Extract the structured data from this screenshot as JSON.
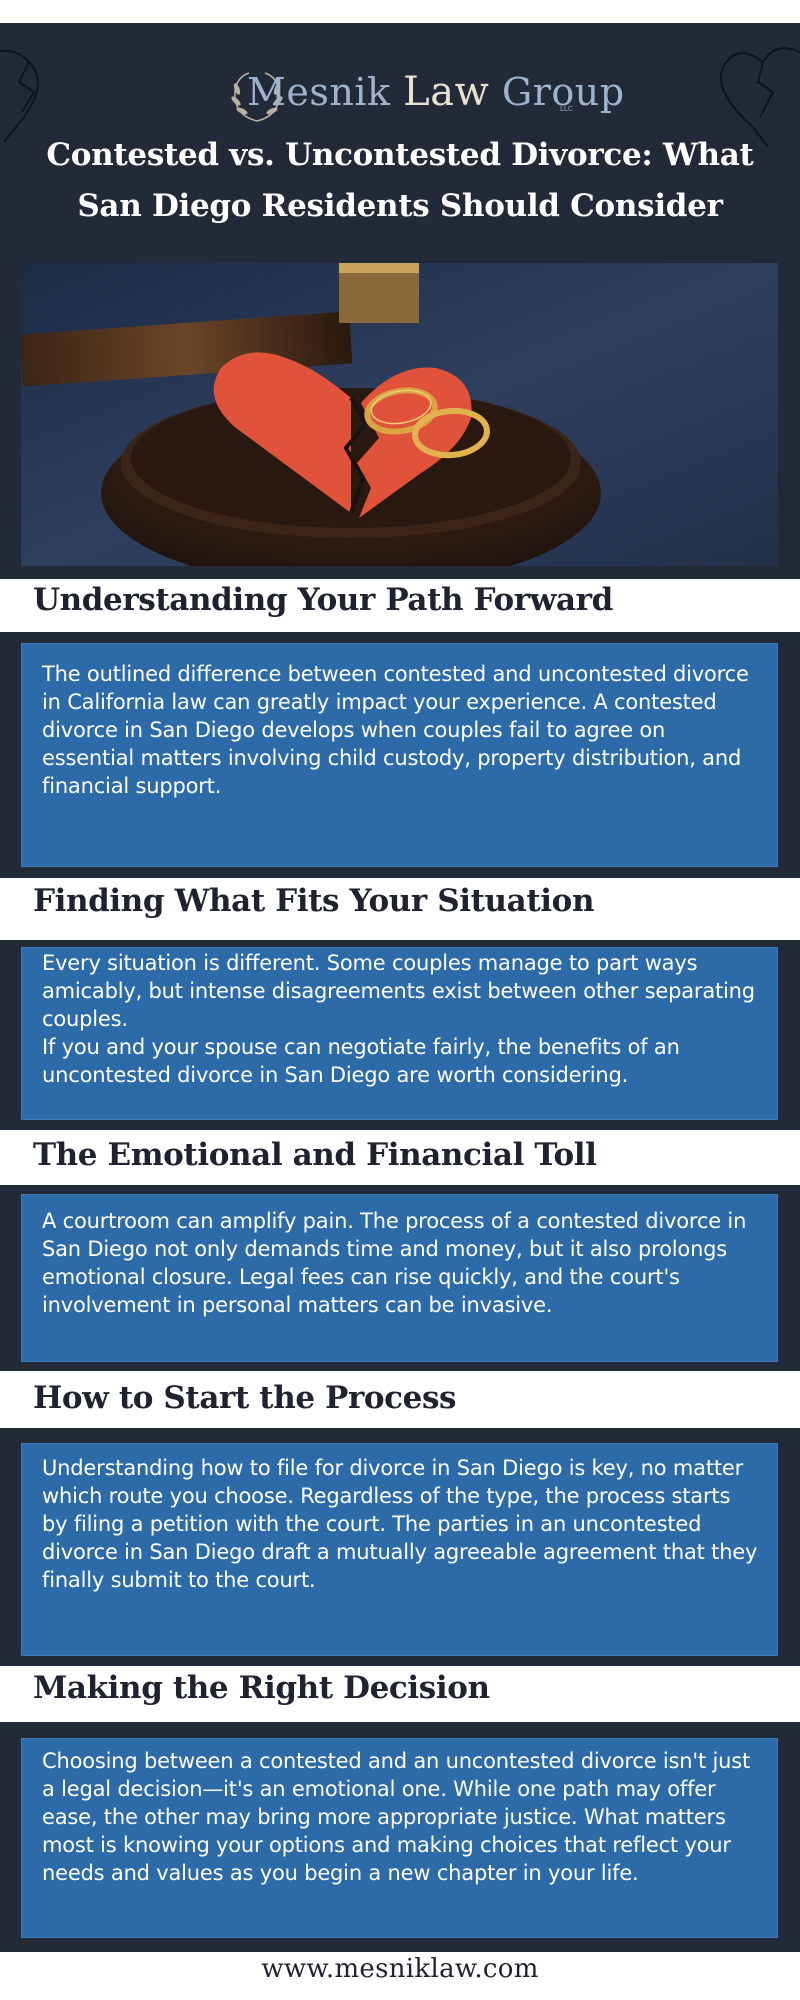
{
  "brand": {
    "name_part1": "Mesnik",
    "name_part2": "Law",
    "name_part3": "Group",
    "trademark": "LLC"
  },
  "title_line1": "Contested vs. Uncontested Divorce: What",
  "title_line2": "San Diego Residents Should Consider",
  "sections": [
    {
      "heading": "Understanding Your Path Forward",
      "paragraphs": [
        "The outlined difference between contested and uncontested divorce in California law can greatly impact your experience. A contested divorce in San Diego develops when couples fail to agree on essential matters involving child custody, property distribution, and financial support."
      ]
    },
    {
      "heading": "Finding What Fits Your Situation",
      "paragraphs": [
        "Every situation is different. Some couples manage to part ways amicably, but intense disagreements exist between other separating couples.",
        "If you and your spouse can negotiate fairly, the benefits of an uncontested divorce in San Diego are worth considering."
      ]
    },
    {
      "heading": "The Emotional and Financial Toll",
      "paragraphs": [
        "A courtroom can amplify pain. The process of a contested divorce in San Diego not only demands time and money, but it also prolongs emotional closure. Legal fees can rise quickly, and the court's involvement in personal matters can be invasive."
      ]
    },
    {
      "heading": "How to Start the Process",
      "paragraphs": [
        "Understanding how to file for divorce in San Diego is key, no matter which route you choose. Regardless of the type, the process starts by filing a petition with the court. The parties in an uncontested divorce in San Diego draft a mutually agreeable agreement that they finally submit to the court."
      ]
    },
    {
      "heading": "Making the Right Decision",
      "paragraphs": [
        "Choosing between a contested and an uncontested divorce isn't just a legal decision—it's an emotional one. While one path may offer ease, the other may bring more appropriate justice. What matters most is knowing your options and making choices that reflect your needs and values as you begin a new chapter in your life."
      ]
    }
  ],
  "footer_url": "www.mesniklaw.com",
  "colors": {
    "dark_navy": "#232a37",
    "box_blue": "#2c6ba8",
    "heart_red": "#e0523a",
    "ring_gold": "#d9a441"
  },
  "icons": [
    "laurel-wreath-icon",
    "broken-heart-outline-icon"
  ]
}
